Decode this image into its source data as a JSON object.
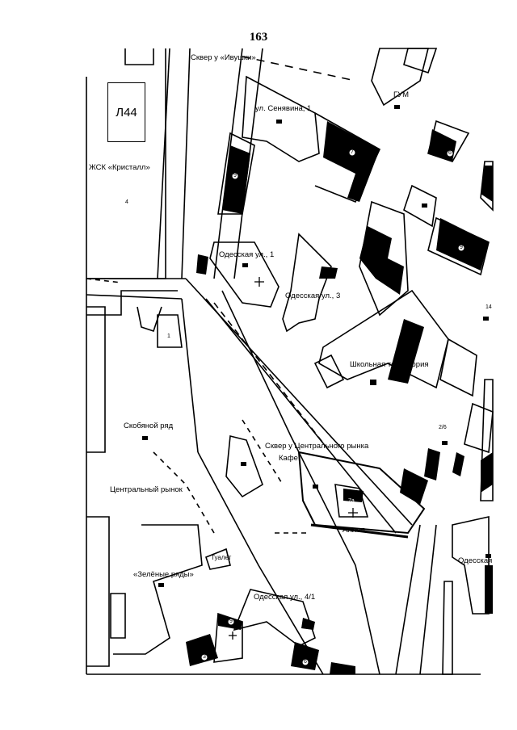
{
  "page_number": "163",
  "map": {
    "block_code": "Л44",
    "labels": {
      "skver_ivushki": "Сквер у «Ивушки»",
      "senyavina": "ул. Сенявина, 1",
      "gum": "ГУМ",
      "zhsk": "ЖСК «Кристалл»",
      "odesskaya1": "Одесская ул., 1",
      "odesskaya3": "Одесская ул., 3",
      "school": "Школьная территория",
      "skobyanoy": "Скобяной ряд",
      "rynok": "Центральный рынок",
      "skver_rynok": "Сквер у Центрального рынка",
      "kafe": "Кафе",
      "alleya": "Аллея",
      "tualet": "Туалет",
      "zelenye": "«Зелёные ряды»",
      "odesskaya41": "Одесская ул., 4/1",
      "odesskaya_edge": "Одесская"
    },
    "house_numbers": {
      "n9a": "9",
      "n7": "7",
      "n6a": "6",
      "n9b": "9",
      "n7a": "7а",
      "n6b": "6",
      "n9c": "9",
      "n3": "3",
      "n1": "1",
      "n4": "4",
      "n26": "2/6",
      "n14": "14"
    },
    "icons": [
      "shop-icon",
      "pharmacy-cross-icon",
      "school-icon"
    ]
  }
}
